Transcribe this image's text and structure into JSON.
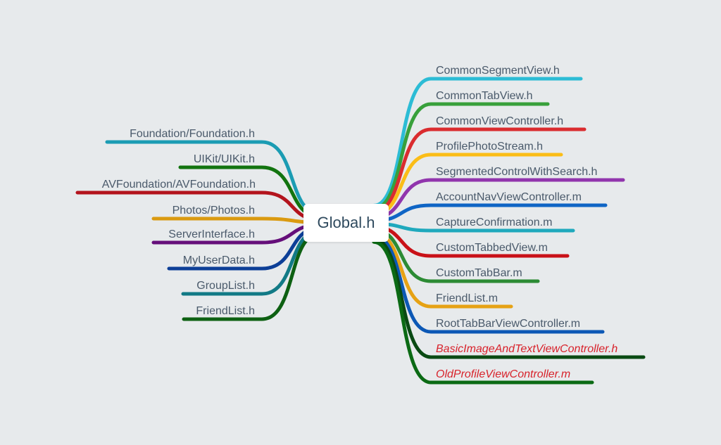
{
  "center": {
    "label": "Global.h"
  },
  "left_nodes": [
    {
      "label": "Foundation/Foundation.h",
      "color": "#1b9cb3"
    },
    {
      "label": "UIKit/UIKit.h",
      "color": "#12740f"
    },
    {
      "label": "AVFoundation/AVFoundation.h",
      "color": "#b3141d"
    },
    {
      "label": "Photos/Photos.h",
      "color": "#da9a10"
    },
    {
      "label": "ServerInterface.h",
      "color": "#650f7a"
    },
    {
      "label": "MyUserData.h",
      "color": "#0d3f97"
    },
    {
      "label": "GroupList.h",
      "color": "#127a86"
    },
    {
      "label": "FriendList.h",
      "color": "#0d6012"
    }
  ],
  "right_nodes": [
    {
      "label": "CommonSegmentView.h",
      "color": "#2cbcd5",
      "style": "normal"
    },
    {
      "label": "CommonTabView.h",
      "color": "#38a03b",
      "style": "normal"
    },
    {
      "label": "CommonViewController.h",
      "color": "#da2c2f",
      "style": "normal"
    },
    {
      "label": "ProfilePhotoStream.h",
      "color": "#fbbd17",
      "style": "normal"
    },
    {
      "label": "SegmentedControlWithSearch.h",
      "color": "#9135ad",
      "style": "normal"
    },
    {
      "label": "AccountNavViewController.m",
      "color": "#0f65c5",
      "style": "normal"
    },
    {
      "label": "CaptureConfirmation.m",
      "color": "#1fa9bd",
      "style": "normal"
    },
    {
      "label": "CustomTabbedView.m",
      "color": "#c91118",
      "style": "normal"
    },
    {
      "label": "CustomTabBar.m",
      "color": "#2c8b34",
      "style": "normal"
    },
    {
      "label": "FriendList.m",
      "color": "#e6a214",
      "style": "normal"
    },
    {
      "label": "RootTabBarViewController.m",
      "color": "#0c58b5",
      "style": "normal"
    },
    {
      "label": "BasicImageAndTextViewController.h",
      "color": "#0a4a13",
      "style": "italic-red"
    },
    {
      "label": "OldProfileViewController.m",
      "color": "#0b6a14",
      "style": "italic-red"
    }
  ]
}
